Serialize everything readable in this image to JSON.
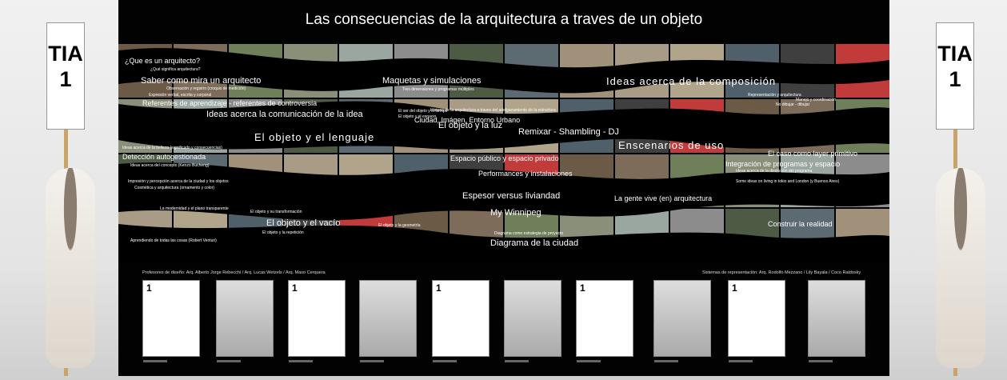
{
  "signs": {
    "left": "TIA\n1",
    "right": "TIA\n1"
  },
  "poster": {
    "title": "Las consecuencias de la arquitectura a traves de un objeto"
  },
  "colors": {
    "background": "#020202",
    "text": "#ffffff",
    "sign_stick": "#c9a46a"
  },
  "collage_labels": [
    "¿Que es un arquitecto?",
    "¿Qué significa arquitectura?",
    "Saber como mira un arquitecto",
    "Observación y registro (croquis de medición)",
    "Expresión verbal, escrita y corporal",
    "Referentes de aprendizaje - referentes de controversia",
    "Ideas acerca la comunicación de la idea",
    "El objeto y la luz",
    "El objeto y el lenguaje",
    "El ser del objeto y el tiempo",
    "El objeto y el espacio",
    "Ideas acerca de la belleza (significado y consecuencias)",
    "Detección autogestionada",
    "Ideas acerca del concepto (Kenzo Bucheng)",
    "Impresión y percepción acerca de la ciudad y los objetos",
    "Cosmética y arquitectura (ornamento y color)",
    "La modernidad y el plano transparente",
    "Aprendiendo de todas las cosas (Robert Venturi)",
    "El objeto y su transformación",
    "El objeto y el vacío",
    "El objeto y la repetición",
    "El objeto y la geometría",
    "Maquetas y simulaciones",
    "Tres dimensiones y programas múltiples",
    "Ciudad, Imágen, Entorno Urbano",
    "Remixar - Shambling - DJ",
    "Historia de la arquitectura a traves del adelgazamiento de la estructura",
    "Ideas acerca de la composición",
    "Enscenarios de uso",
    "Espacio público y espacio privado",
    "Performances y instalaciones",
    "Espesor versus liviandad",
    "La gente vive (en) arquitectura",
    "My Winnipeg",
    "Diagrama como estrategia de proyecto",
    "Diagrama de la ciudad",
    "Representación y arquitectura",
    "Manejo y coordinación",
    "No dibujar - dibujar",
    "El caso como layer primitivo",
    "Integración de programas y espacio",
    "Ideas acerca de la disolución del programa",
    "Some ideas on living in tokio and London (y Buenos Aires)",
    "Construir la realidad"
  ],
  "credits": {
    "design": "Profesores de diseño:  Arq. Alberto Jorge Rebecchi  / Arq. Lucas Wetzels /  Arq. Maxo Cerquera",
    "representation": "Sistemas de representación: Arq. Rodolfo Mezzano / Lily Bayala / Coco Raldosky"
  },
  "thumbnails": [
    {
      "type": "sheet",
      "num": "1"
    },
    {
      "type": "photo"
    },
    {
      "type": "sheet",
      "num": "1"
    },
    {
      "type": "photo"
    },
    {
      "type": "sheet",
      "num": "1"
    },
    {
      "type": "photo"
    },
    {
      "type": "sheet",
      "num": "1"
    },
    {
      "type": "photo"
    },
    {
      "type": "sheet",
      "num": "1"
    },
    {
      "type": "photo"
    }
  ]
}
